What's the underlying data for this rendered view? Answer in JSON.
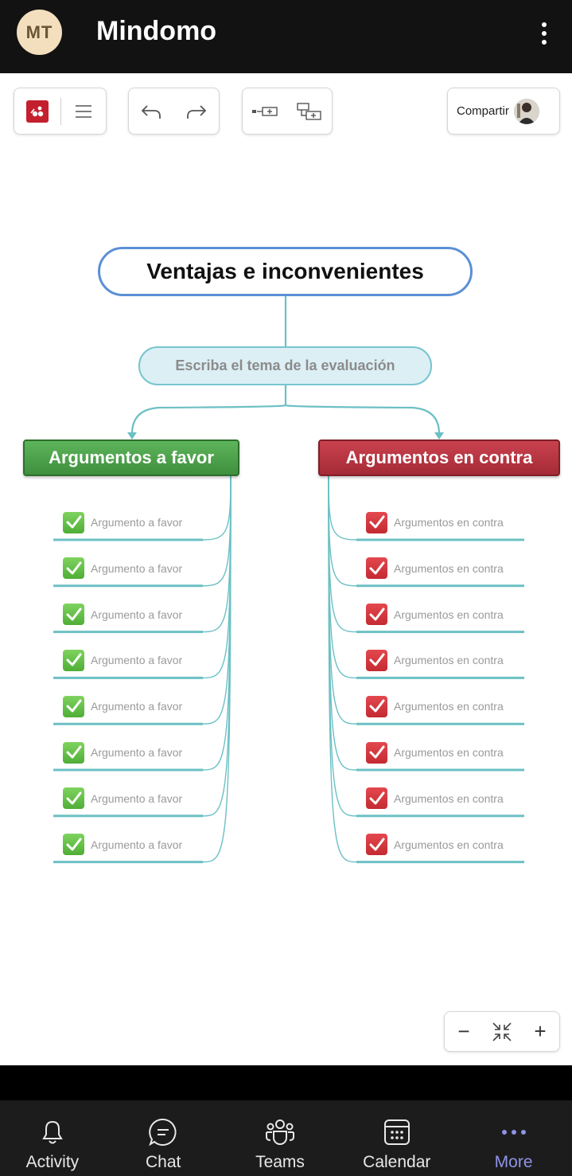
{
  "header": {
    "avatar_initials": "MT",
    "title": "Mindomo",
    "menu_icon": "more-vertical-icon"
  },
  "toolbar": {
    "logo_icon": "mindomo-logo-icon",
    "menu_icon": "hamburger-menu-icon",
    "undo_icon": "undo-icon",
    "redo_icon": "redo-icon",
    "add_sibling_icon": "add-sibling-topic-icon",
    "add_child_icon": "add-child-topic-icon",
    "share_label": "Compartir"
  },
  "map": {
    "root": "Ventajas e inconvenientes",
    "subtopic": "Escriba el tema de la evaluación",
    "branch_favor": {
      "label": "Argumentos a favor",
      "color": "#4aa248",
      "items": [
        "Argumento a favor",
        "Argumento a favor",
        "Argumento a favor",
        "Argumento a favor",
        "Argumento a favor",
        "Argumento a favor",
        "Argumento a favor",
        "Argumento a favor"
      ]
    },
    "branch_contra": {
      "label": "Argumentos en contra",
      "color": "#b8333f",
      "items": [
        "Argumentos en contra",
        "Argumentos en contra",
        "Argumentos en contra",
        "Argumentos en contra",
        "Argumentos en contra",
        "Argumentos en contra",
        "Argumentos en contra",
        "Argumentos en contra"
      ]
    },
    "connector_color": "#6cc0c4"
  },
  "zoom": {
    "zoom_out": "−",
    "fit_icon": "fit-to-screen-icon",
    "zoom_in": "+"
  },
  "nav": {
    "items": [
      {
        "label": "Activity",
        "icon": "bell-icon"
      },
      {
        "label": "Chat",
        "icon": "chat-icon"
      },
      {
        "label": "Teams",
        "icon": "teams-icon"
      },
      {
        "label": "Calendar",
        "icon": "calendar-icon"
      },
      {
        "label": "More",
        "icon": "more-horizontal-icon"
      }
    ],
    "active": "More",
    "active_color": "#8f93e6"
  }
}
